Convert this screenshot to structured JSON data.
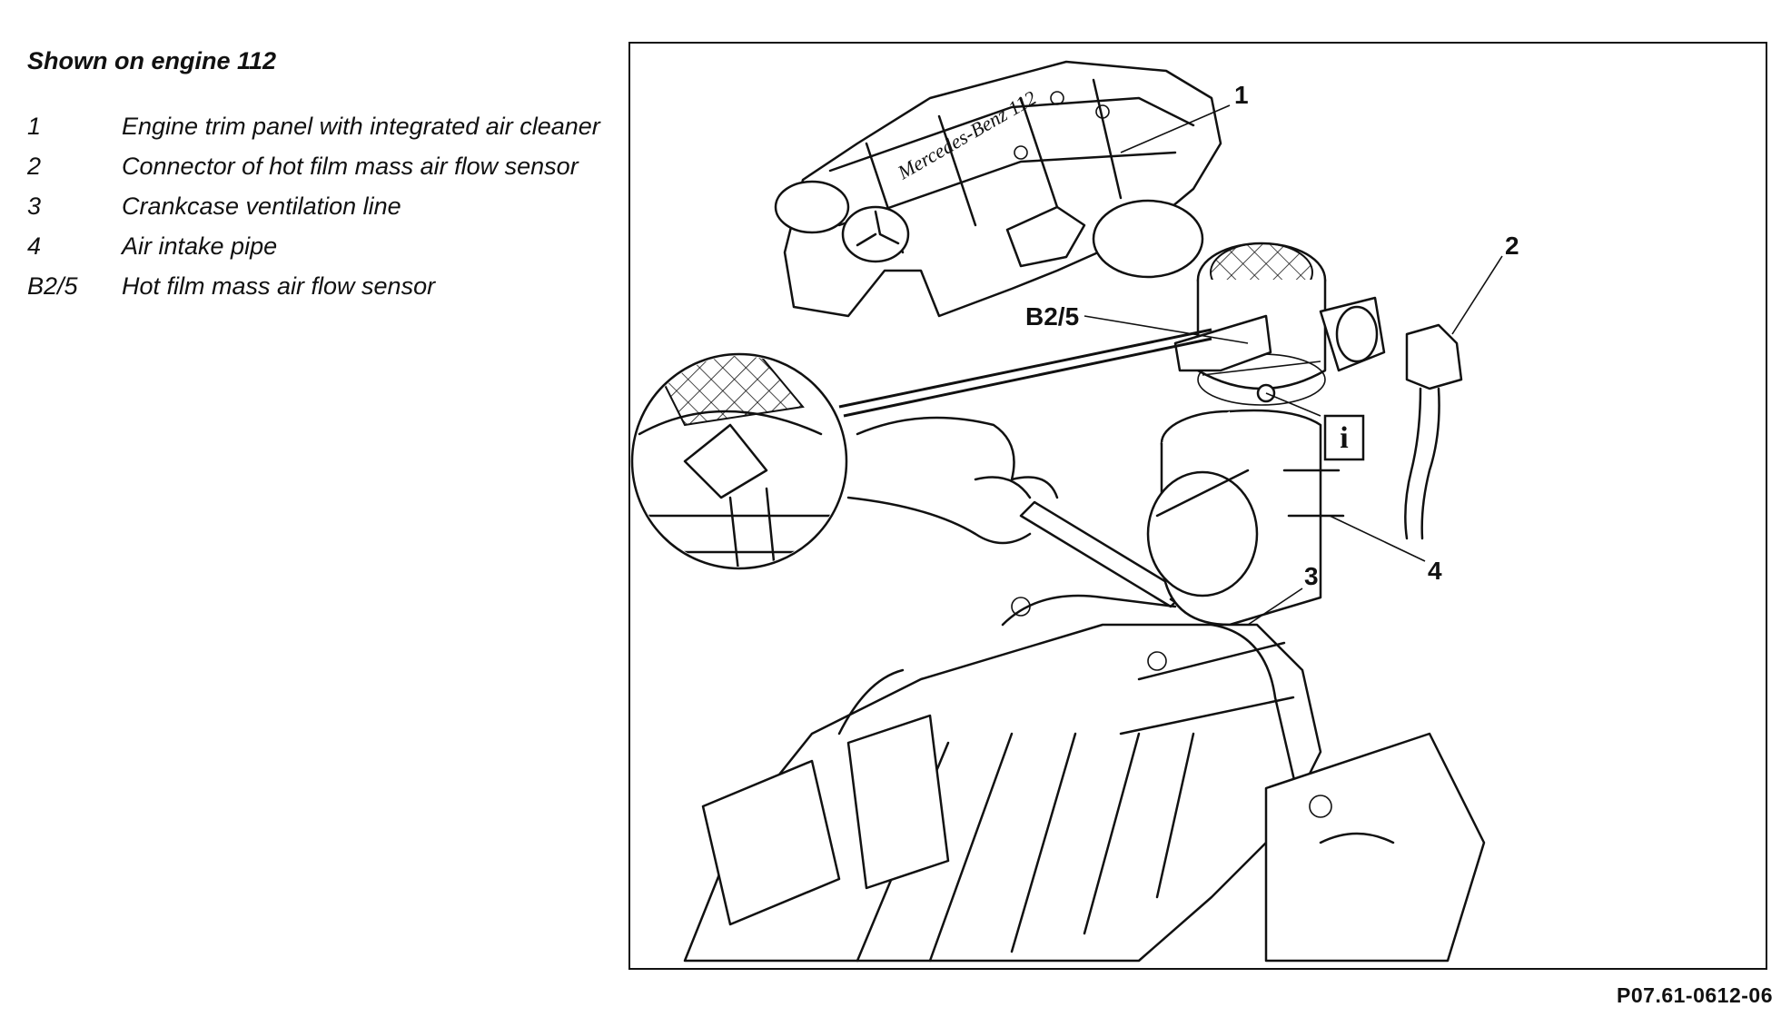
{
  "legend": {
    "title": "Shown on engine 112",
    "items": [
      {
        "key": "1",
        "text": "Engine trim panel with integrated air cleaner"
      },
      {
        "key": "2",
        "text": "Connector of hot film mass air flow sensor"
      },
      {
        "key": "3",
        "text": "Crankcase ventilation line"
      },
      {
        "key": "4",
        "text": "Air intake pipe"
      },
      {
        "key": "B2/5",
        "text": "Hot film mass air flow sensor"
      }
    ]
  },
  "figure": {
    "callouts": {
      "c1": "1",
      "c2": "2",
      "c3": "3",
      "c4": "4",
      "b25": "B2/5",
      "info": "i"
    },
    "code": "P07.61-0612-06"
  }
}
